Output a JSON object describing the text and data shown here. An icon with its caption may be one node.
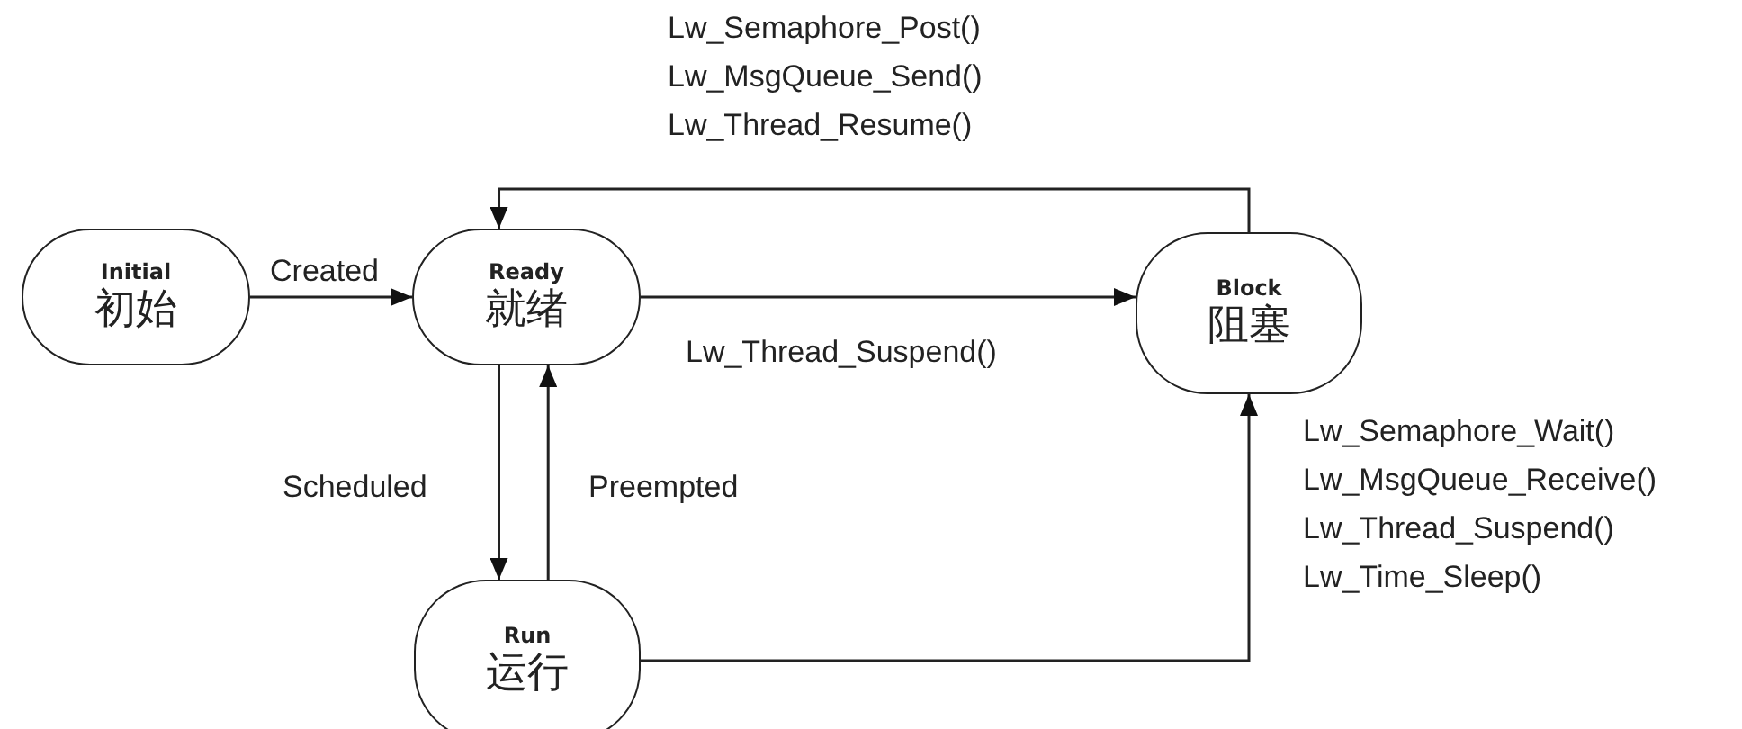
{
  "diagram": {
    "nodes": [
      {
        "text": [
          "Initial",
          "初始"
        ]
      },
      {
        "text": [
          "Ready",
          "就绪"
        ]
      },
      {
        "text": [
          "Block",
          "阻塞"
        ]
      },
      {
        "text": [
          "Run",
          "运行"
        ]
      }
    ],
    "edges": [
      {
        "from": 0,
        "to": 1,
        "arrow": "to",
        "label": "Created"
      },
      {
        "from": 2,
        "to": 1,
        "arrow": "to",
        "label": "Lw_Semaphore_Post() Lw_MsgQueue_Send() Lw_Thread_Resume()"
      },
      {
        "from": 1,
        "to": 2,
        "arrow": "to",
        "label": "Lw_Thread_Suspend()"
      },
      {
        "from": 1,
        "to": 3,
        "arrow": "to",
        "label": "Scheduled"
      },
      {
        "from": 3,
        "to": 1,
        "arrow": "to",
        "label": "Preempted"
      },
      {
        "from": 3,
        "to": 2,
        "arrow": "to",
        "label": "Lw_Semaphore_Wait() Lw_MsgQueue_Receive() Lw_Thread_Suspend() Lw_Time_Sleep()"
      }
    ]
  }
}
